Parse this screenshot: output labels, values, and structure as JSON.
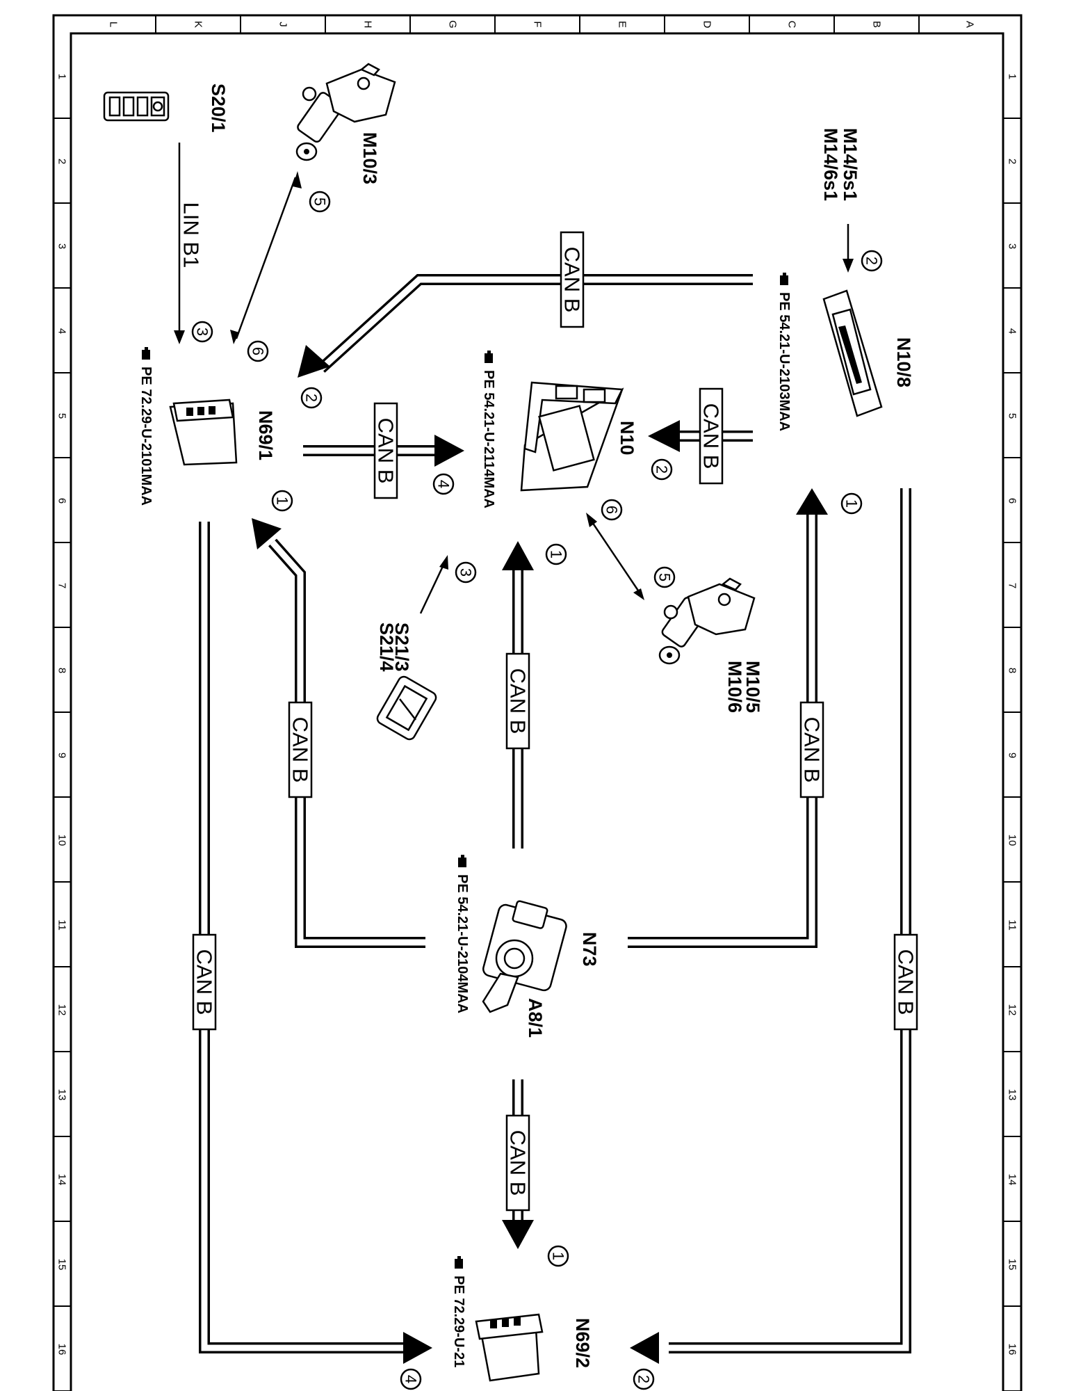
{
  "frame": {
    "column_labels": [
      "L",
      "K",
      "J",
      "H",
      "G",
      "F",
      "E",
      "D",
      "C",
      "B",
      "A"
    ],
    "row_labels": [
      "1",
      "2",
      "3",
      "4",
      "5",
      "6",
      "7",
      "8",
      "9",
      "10",
      "11",
      "12",
      "13",
      "14",
      "15",
      "16"
    ]
  },
  "components": {
    "S20_1": "S20/1",
    "M10_3": "M10/3",
    "M14": [
      "M14/5s1",
      "M14/6s1"
    ],
    "N10_8": "N10/8",
    "N10": "N10",
    "N69_1": "N69/1",
    "S21": [
      "S21/3",
      "S21/4"
    ],
    "M10_5": [
      "M10/5",
      "M10/6"
    ],
    "N73": "N73",
    "A8_1": "A8/1",
    "N69_2": "N69/2"
  },
  "references": {
    "n10_8": "PE 54.21-U-2103MAA",
    "n10": "PE 54.21-U-2114MAA",
    "n69_1": "PE 72.29-U-2101MAA",
    "n73": "PE 54.21-U-2104MAA",
    "n69_2": "PE 72.29-U-21"
  },
  "bus_labels": {
    "can": "CAN B",
    "lin": "LIN B1"
  },
  "signal_numbers": {
    "n1": "1",
    "n2": "2",
    "n3": "3",
    "n4": "4",
    "n5": "5",
    "n6": "6"
  },
  "colors": {
    "ink": "#000000",
    "paper": "#ffffff"
  }
}
